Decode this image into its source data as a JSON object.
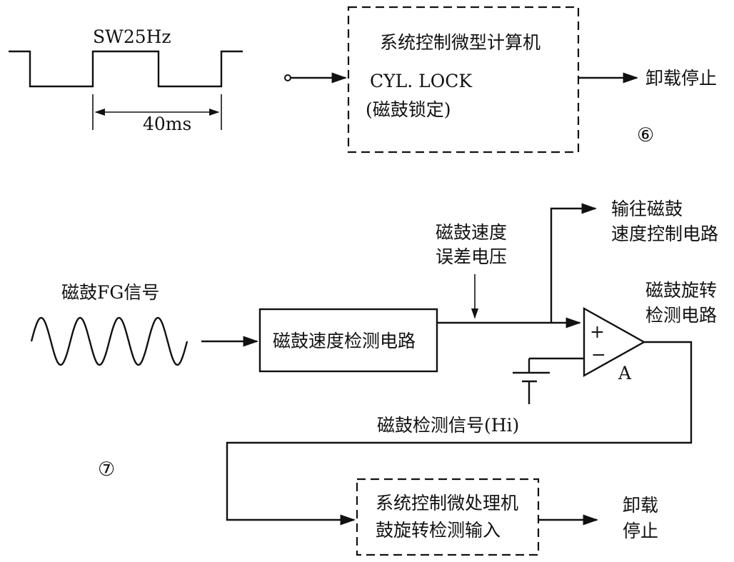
{
  "figure6": {
    "waveform_label": "SW25Hz",
    "period_label": "40ms",
    "computer_title": "系统控制微型计算机",
    "lock_label": "CYL. LOCK",
    "lock_note": "(磁鼓锁定)",
    "output_label": "卸载停止",
    "number": "⑥"
  },
  "figure7": {
    "fg_label": "磁鼓FG信号",
    "detector_label": "磁鼓速度检测电路",
    "error_label_1": "磁鼓速度",
    "error_label_2": "误差电压",
    "to_label_1": "输往磁鼓",
    "to_label_2": "速度控制电路",
    "rotation_label_1": "磁鼓旋转",
    "rotation_label_2": "检测电路",
    "amp_plus": "+",
    "amp_minus": "−",
    "amp_name": "A",
    "detect_signal_label": "磁鼓检测信号(Hi)",
    "number": "⑦",
    "processor_title": "系统控制微处理机",
    "processor_sub": "鼓旋转检测输入",
    "stop_label_1": "卸载",
    "stop_label_2": "停止"
  },
  "colors": {
    "ink": "#111111",
    "paper": "#ffffff"
  }
}
